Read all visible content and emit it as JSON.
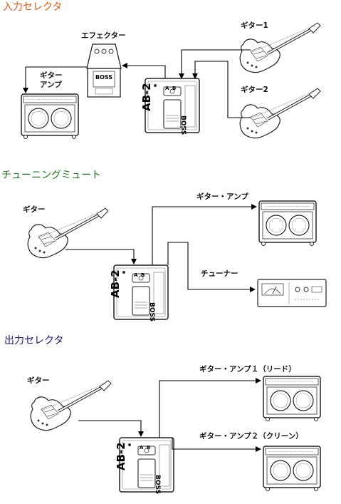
{
  "colors": {
    "section1": "#e05a10",
    "section2": "#1e7a1e",
    "section3": "#1a1a80"
  },
  "section1": {
    "title": "入力セレクタ",
    "effector_label": "エフェクター",
    "amp_label_line1": "ギター",
    "amp_label_line2": "アンプ",
    "guitar1_label": "ギター1",
    "guitar2_label": "ギター2"
  },
  "section2": {
    "title": "チューニングミュート",
    "guitar_label": "ギター",
    "amp_label": "ギター・アンプ",
    "tuner_label": "チューナー"
  },
  "section3": {
    "title": "出力セレクタ",
    "guitar_label": "ギター",
    "amp1_label": "ギター・アンプ１（リード）",
    "amp2_label": "ギター・アンプ２（クリーン）"
  },
  "pedal": {
    "model": "AB-2",
    "brand": "BOSS",
    "switch_a": "A",
    "switch_b": "B"
  },
  "effector_brand": "BOSS",
  "icons": [
    "guitar-icon",
    "amplifier-icon",
    "pedal-icon",
    "effector-icon",
    "tuner-icon",
    "arrow-icon"
  ]
}
